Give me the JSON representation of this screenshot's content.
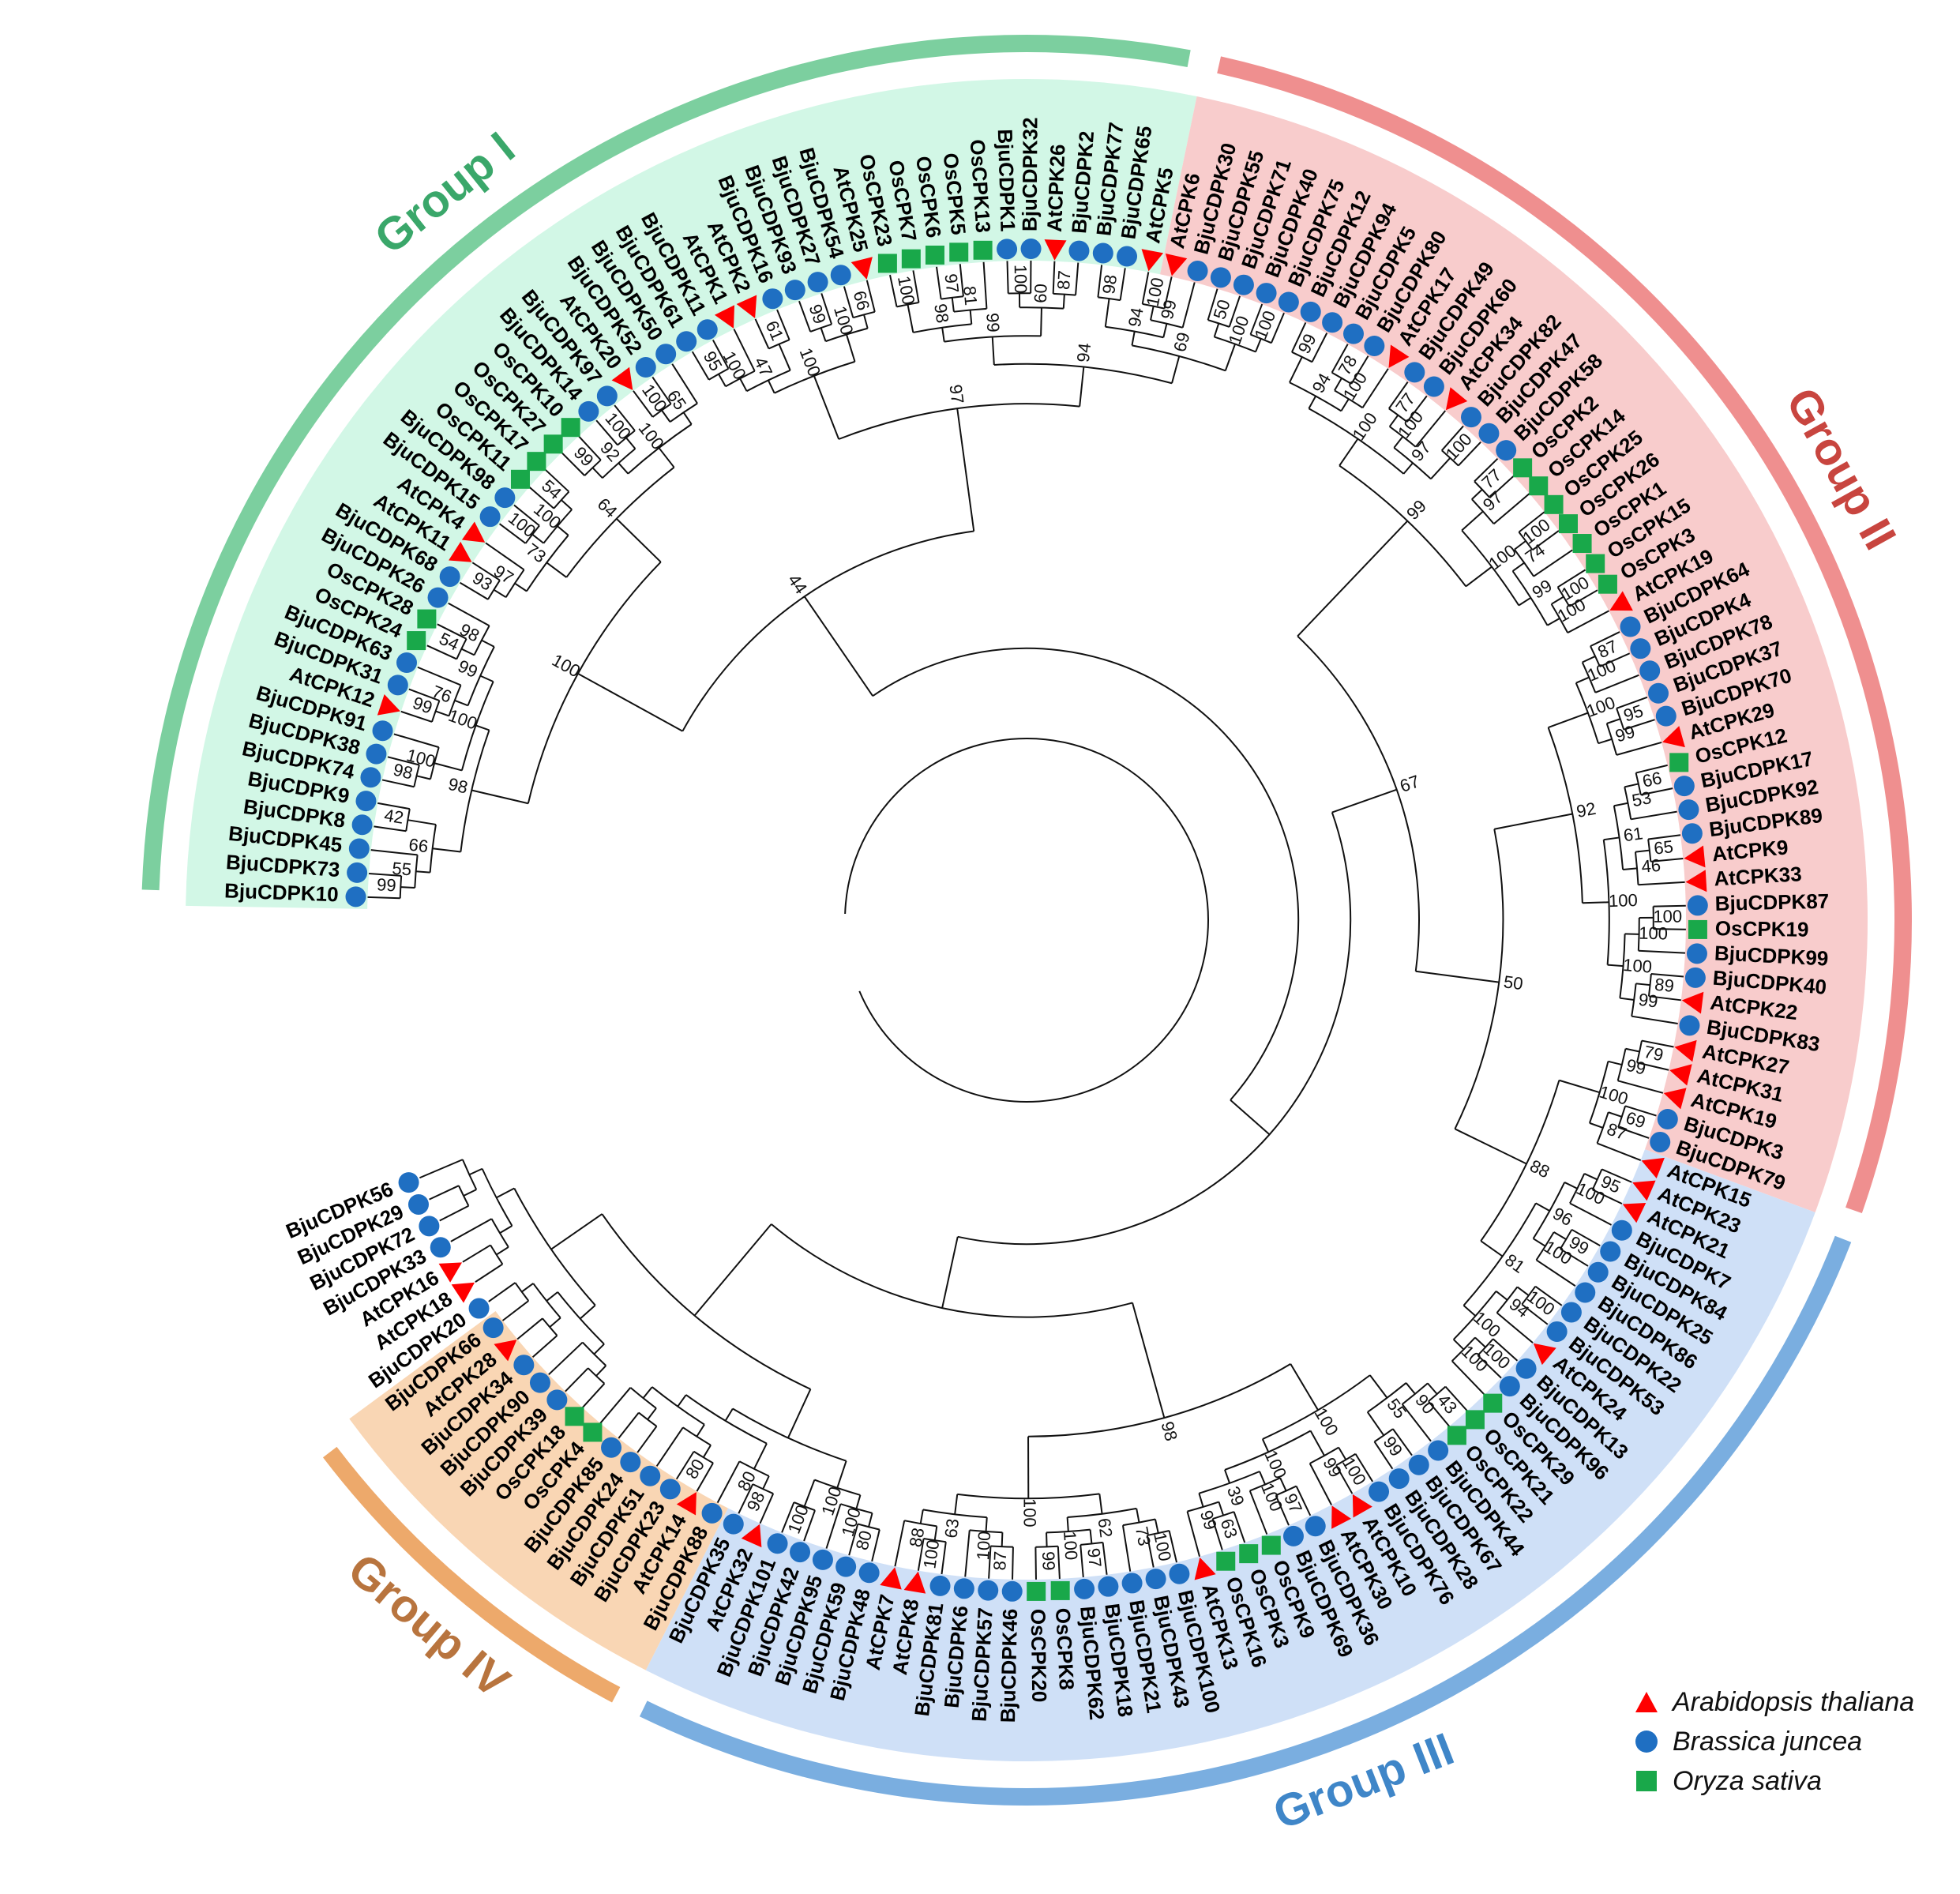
{
  "colors": {
    "group_I": "#7ccf9f",
    "group_I_bg": "#d2f7e6",
    "group_II": "#ef8f8f",
    "group_II_bg": "#f8cccc",
    "group_III": "#7aaee0",
    "group_III_bg": "#cfe0f7",
    "group_IV": "#eda96b",
    "group_IV_bg": "#f9d6b4",
    "arabidopsis": "#ff0000",
    "brassica": "#1f6fc2",
    "oryza": "#19a84a",
    "group_I_text": "#3aa76a",
    "group_II_text": "#c8453f",
    "group_III_text": "#3f86c8",
    "group_IV_text": "#b8743e"
  },
  "groups": [
    {
      "label": "Group I",
      "from_leaf": 0,
      "to_leaf": 48
    },
    {
      "label": "Group II",
      "from_leaf": 49,
      "to_leaf": 96
    },
    {
      "label": "Group III",
      "from_leaf": 97,
      "to_leaf": 143
    },
    {
      "label": "Group IV",
      "from_leaf": 144,
      "to_leaf": 156
    }
  ],
  "leaves": [
    {
      "name": "BjuCDPK10",
      "sp": "B"
    },
    {
      "name": "BjuCDPK73",
      "sp": "B"
    },
    {
      "name": "BjuCDPK45",
      "sp": "B"
    },
    {
      "name": "BjuCDPK8",
      "sp": "B"
    },
    {
      "name": "BjuCDPK9",
      "sp": "B"
    },
    {
      "name": "BjuCDPK74",
      "sp": "B"
    },
    {
      "name": "BjuCDPK38",
      "sp": "B"
    },
    {
      "name": "BjuCDPK91",
      "sp": "B"
    },
    {
      "name": "AtCPK12",
      "sp": "A"
    },
    {
      "name": "BjuCDPK31",
      "sp": "B"
    },
    {
      "name": "BjuCDPK63",
      "sp": "B"
    },
    {
      "name": "OsCPK24",
      "sp": "O"
    },
    {
      "name": "OsCPK28",
      "sp": "O"
    },
    {
      "name": "BjuCDPK26",
      "sp": "B"
    },
    {
      "name": "BjuCDPK68",
      "sp": "B"
    },
    {
      "name": "AtCPK11",
      "sp": "A"
    },
    {
      "name": "AtCPK4",
      "sp": "A"
    },
    {
      "name": "BjuCDPK15",
      "sp": "B"
    },
    {
      "name": "BjuCDPK98",
      "sp": "B"
    },
    {
      "name": "OsCPK11",
      "sp": "O"
    },
    {
      "name": "OsCPK17",
      "sp": "O"
    },
    {
      "name": "OsCPK27",
      "sp": "O"
    },
    {
      "name": "OsCPK10",
      "sp": "O"
    },
    {
      "name": "BjuCDPK14",
      "sp": "B"
    },
    {
      "name": "BjuCDPK97",
      "sp": "B"
    },
    {
      "name": "AtCPK20",
      "sp": "A"
    },
    {
      "name": "BjuCDPK52",
      "sp": "B"
    },
    {
      "name": "BjuCDPK50",
      "sp": "B"
    },
    {
      "name": "BjuCDPK61",
      "sp": "B"
    },
    {
      "name": "BjuCDPK11",
      "sp": "B"
    },
    {
      "name": "AtCPK1",
      "sp": "A"
    },
    {
      "name": "AtCPK2",
      "sp": "A"
    },
    {
      "name": "BjuCDPK16",
      "sp": "B"
    },
    {
      "name": "BjuCDPK93",
      "sp": "B"
    },
    {
      "name": "BjuCDPK27",
      "sp": "B"
    },
    {
      "name": "BjuCDPK54",
      "sp": "B"
    },
    {
      "name": "AtCPK25",
      "sp": "A"
    },
    {
      "name": "OsCPK23",
      "sp": "O"
    },
    {
      "name": "OsCPK7",
      "sp": "O"
    },
    {
      "name": "OsCPK6",
      "sp": "O"
    },
    {
      "name": "OsCPK5",
      "sp": "O"
    },
    {
      "name": "OsCPK13",
      "sp": "O"
    },
    {
      "name": "BjuCDPK1",
      "sp": "B"
    },
    {
      "name": "BjuCDPK32",
      "sp": "B"
    },
    {
      "name": "AtCPK26",
      "sp": "A"
    },
    {
      "name": "BjuCDPK2",
      "sp": "B"
    },
    {
      "name": "BjuCDPK77",
      "sp": "B"
    },
    {
      "name": "BjuCDPK65",
      "sp": "B"
    },
    {
      "name": "AtCPK5",
      "sp": "A"
    },
    {
      "name": "AtCPK6",
      "sp": "A"
    },
    {
      "name": "BjuCDPK30",
      "sp": "B"
    },
    {
      "name": "BjuCDPK55",
      "sp": "B"
    },
    {
      "name": "BjuCDPK71",
      "sp": "B"
    },
    {
      "name": "BjuCDPK40",
      "sp": "B"
    },
    {
      "name": "BjuCDPK75",
      "sp": "B"
    },
    {
      "name": "BjuCDPK12",
      "sp": "B"
    },
    {
      "name": "BjuCDPK94",
      "sp": "B"
    },
    {
      "name": "BjuCDPK5",
      "sp": "B"
    },
    {
      "name": "BjuCDPK80",
      "sp": "B"
    },
    {
      "name": "AtCPK17",
      "sp": "A"
    },
    {
      "name": "BjuCDPK49",
      "sp": "B"
    },
    {
      "name": "BjuCDPK60",
      "sp": "B"
    },
    {
      "name": "AtCPK34",
      "sp": "A"
    },
    {
      "name": "BjuCDPK82",
      "sp": "B"
    },
    {
      "name": "BjuCDPK47",
      "sp": "B"
    },
    {
      "name": "BjuCDPK58",
      "sp": "B"
    },
    {
      "name": "OsCPK2",
      "sp": "O"
    },
    {
      "name": "OsCPK14",
      "sp": "O"
    },
    {
      "name": "OsCPK25",
      "sp": "O"
    },
    {
      "name": "OsCPK26",
      "sp": "O"
    },
    {
      "name": "OsCPK1",
      "sp": "O"
    },
    {
      "name": "OsCPK15",
      "sp": "O"
    },
    {
      "name": "OsCPK3",
      "sp": "O"
    },
    {
      "name": "AtCPK19",
      "sp": "A"
    },
    {
      "name": "BjuCDPK64",
      "sp": "B"
    },
    {
      "name": "BjuCDPK4",
      "sp": "B"
    },
    {
      "name": "BjuCDPK78",
      "sp": "B"
    },
    {
      "name": "BjuCDPK37",
      "sp": "B"
    },
    {
      "name": "BjuCDPK70",
      "sp": "B"
    },
    {
      "name": "AtCPK29",
      "sp": "A"
    },
    {
      "name": "OsCPK12",
      "sp": "O"
    },
    {
      "name": "BjuCDPK17",
      "sp": "B"
    },
    {
      "name": "BjuCDPK92",
      "sp": "B"
    },
    {
      "name": "BjuCDPK89",
      "sp": "B"
    },
    {
      "name": "AtCPK9",
      "sp": "A"
    },
    {
      "name": "AtCPK33",
      "sp": "A"
    },
    {
      "name": "BjuCDPK87",
      "sp": "B"
    },
    {
      "name": "OsCPK19",
      "sp": "O"
    },
    {
      "name": "BjuCDPK99",
      "sp": "B"
    },
    {
      "name": "BjuCDPK40",
      "sp": "B"
    },
    {
      "name": "AtCPK22",
      "sp": "A"
    },
    {
      "name": "BjuCDPK83",
      "sp": "B"
    },
    {
      "name": "AtCPK27",
      "sp": "A"
    },
    {
      "name": "AtCPK31",
      "sp": "A"
    },
    {
      "name": "AtCPK19",
      "sp": "A"
    },
    {
      "name": "BjuCDPK3",
      "sp": "B"
    },
    {
      "name": "BjuCDPK79",
      "sp": "B"
    },
    {
      "name": "AtCPK15",
      "sp": "A"
    },
    {
      "name": "AtCPK23",
      "sp": "A"
    },
    {
      "name": "AtCPK21",
      "sp": "A"
    },
    {
      "name": "BjuCDPK7",
      "sp": "B"
    },
    {
      "name": "BjuCDPK84",
      "sp": "B"
    },
    {
      "name": "BjuCDPK25",
      "sp": "B"
    },
    {
      "name": "BjuCDPK86",
      "sp": "B"
    },
    {
      "name": "BjuCDPK22",
      "sp": "B"
    },
    {
      "name": "BjuCDPK53",
      "sp": "B"
    },
    {
      "name": "AtCPK24",
      "sp": "A"
    },
    {
      "name": "BjuCDPK13",
      "sp": "B"
    },
    {
      "name": "BjuCDPK96",
      "sp": "B"
    },
    {
      "name": "OsCPK29",
      "sp": "O"
    },
    {
      "name": "OsCPK21",
      "sp": "O"
    },
    {
      "name": "OsCPK22",
      "sp": "O"
    },
    {
      "name": "BjuCDPK44",
      "sp": "B"
    },
    {
      "name": "BjuCDPK67",
      "sp": "B"
    },
    {
      "name": "BjuCDPK28",
      "sp": "B"
    },
    {
      "name": "BjuCDPK76",
      "sp": "B"
    },
    {
      "name": "AtCPK10",
      "sp": "A"
    },
    {
      "name": "AtCPK30",
      "sp": "A"
    },
    {
      "name": "BjuCDPK36",
      "sp": "B"
    },
    {
      "name": "BjuCDPK69",
      "sp": "B"
    },
    {
      "name": "OsCPK9",
      "sp": "O"
    },
    {
      "name": "OsCPK3",
      "sp": "O"
    },
    {
      "name": "OsCPK16",
      "sp": "O"
    },
    {
      "name": "AtCPK13",
      "sp": "A"
    },
    {
      "name": "BjuCDPK100",
      "sp": "B"
    },
    {
      "name": "BjuCDPK43",
      "sp": "B"
    },
    {
      "name": "BjuCDPK21",
      "sp": "B"
    },
    {
      "name": "BjuCDPK18",
      "sp": "B"
    },
    {
      "name": "BjuCDPK62",
      "sp": "B"
    },
    {
      "name": "OsCPK8",
      "sp": "O"
    },
    {
      "name": "OsCPK20",
      "sp": "O"
    },
    {
      "name": "BjuCDPK46",
      "sp": "B"
    },
    {
      "name": "BjuCDPK57",
      "sp": "B"
    },
    {
      "name": "BjuCDPK6",
      "sp": "B"
    },
    {
      "name": "BjuCDPK81",
      "sp": "B"
    },
    {
      "name": "AtCPK8",
      "sp": "A"
    },
    {
      "name": "AtCPK7",
      "sp": "A"
    },
    {
      "name": "BjuCDPK48",
      "sp": "B"
    },
    {
      "name": "BjuCDPK59",
      "sp": "B"
    },
    {
      "name": "BjuCDPK95",
      "sp": "B"
    },
    {
      "name": "BjuCDPK42",
      "sp": "B"
    },
    {
      "name": "BjuCDPK101",
      "sp": "B"
    },
    {
      "name": "AtCPK32",
      "sp": "A"
    },
    {
      "name": "BjuCDPK35",
      "sp": "B"
    },
    {
      "name": "BjuCDPK88",
      "sp": "B"
    },
    {
      "name": "AtCPK14",
      "sp": "A"
    },
    {
      "name": "BjuCDPK23",
      "sp": "B"
    },
    {
      "name": "BjuCDPK51",
      "sp": "B"
    },
    {
      "name": "BjuCDPK24",
      "sp": "B"
    },
    {
      "name": "BjuCDPK85",
      "sp": "B"
    },
    {
      "name": "OsCPK4",
      "sp": "O"
    },
    {
      "name": "OsCPK18",
      "sp": "O"
    },
    {
      "name": "BjuCDPK39",
      "sp": "B"
    },
    {
      "name": "BjuCDPK90",
      "sp": "B"
    },
    {
      "name": "BjuCDPK34",
      "sp": "B"
    },
    {
      "name": "AtCPK28",
      "sp": "A"
    },
    {
      "name": "BjuCDPK66",
      "sp": "B"
    },
    {
      "name": "BjuCDPK20",
      "sp": "B"
    },
    {
      "name": "AtCPK18",
      "sp": "A"
    },
    {
      "name": "AtCPK16",
      "sp": "A"
    },
    {
      "name": "BjuCDPK33",
      "sp": "B"
    },
    {
      "name": "BjuCDPK72",
      "sp": "B"
    },
    {
      "name": "BjuCDPK29",
      "sp": "B"
    },
    {
      "name": "BjuCDPK56",
      "sp": "B"
    }
  ],
  "bootstrap_values": [
    "99",
    "55",
    "42",
    "66",
    "98",
    "100",
    "99",
    "76",
    "54",
    "98",
    "99",
    "100",
    "98",
    "93",
    "97",
    "100",
    "54",
    "100",
    "73",
    "99",
    "100",
    "92",
    "100",
    "65",
    "100",
    "64",
    "100",
    "95",
    "100",
    "61",
    "47",
    "99",
    "66",
    "100",
    "100",
    "100",
    "97",
    "81",
    "98",
    "100",
    "87",
    "60",
    "99",
    "98",
    "100",
    "99",
    "94",
    "50",
    "100",
    "100",
    "69",
    "94",
    "97",
    "44",
    "99",
    "78",
    "100",
    "94",
    "77",
    "100",
    "100",
    "97",
    "100",
    "77",
    "97",
    "100",
    "74",
    "100",
    "100",
    "99",
    "100",
    "99",
    "87",
    "100",
    "95",
    "99",
    "100",
    "66",
    "53",
    "65",
    "46",
    "61",
    "100",
    "100",
    "89",
    "99",
    "100",
    "100",
    "92",
    "79",
    "99",
    "69",
    "87",
    "100",
    "95",
    "100",
    "99",
    "100",
    "96",
    "100",
    "94",
    "100",
    "100",
    "100",
    "81",
    "88",
    "50",
    "67",
    "43",
    "90",
    "99",
    "55",
    "100",
    "99",
    "97",
    "100",
    "63",
    "99",
    "39",
    "100",
    "100",
    "100",
    "73",
    "97",
    "99",
    "100",
    "62",
    "87",
    "100",
    "100",
    "88",
    "63",
    "100",
    "98",
    "80",
    "100",
    "100",
    "100",
    "98",
    "80",
    "80"
  ],
  "legend": [
    {
      "label": "Arabidopsis thaliana",
      "icon": "triangle"
    },
    {
      "label": "Brassica juncea",
      "icon": "circle"
    },
    {
      "label": "Oryza sativa",
      "icon": "square"
    }
  ]
}
